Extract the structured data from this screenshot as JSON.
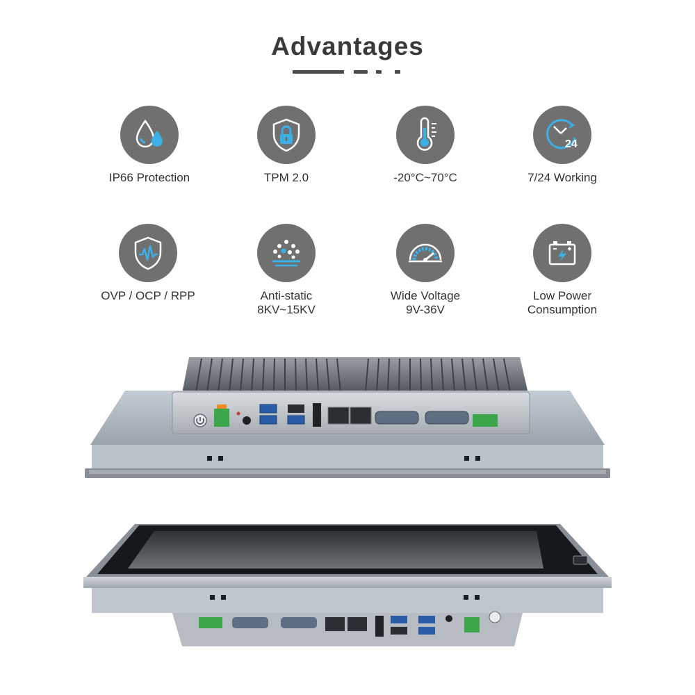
{
  "header": {
    "title": "Advantages"
  },
  "features": [
    {
      "icon": "water-drops-icon",
      "lines": [
        "IP66 Protection"
      ]
    },
    {
      "icon": "shield-lock-icon",
      "lines": [
        "TPM 2.0"
      ]
    },
    {
      "icon": "thermometer-icon",
      "lines": [
        "-20°C~70°C"
      ]
    },
    {
      "icon": "clock-24-icon",
      "lines": [
        "7/24 Working"
      ]
    },
    {
      "icon": "shield-wave-icon",
      "lines": [
        "OVP / OCP / RPP"
      ]
    },
    {
      "icon": "antistatic-dots-icon",
      "lines": [
        "Anti-static",
        "8KV~15KV"
      ]
    },
    {
      "icon": "gauge-icon",
      "lines": [
        "Wide Voltage",
        "9V-36V"
      ]
    },
    {
      "icon": "battery-bolt-icon",
      "lines": [
        "Low Power",
        "Consumption"
      ]
    }
  ],
  "colors": {
    "icon_circle": "#707070",
    "icon_accent": "#3ab0e6",
    "title": "#3a3a3a"
  }
}
